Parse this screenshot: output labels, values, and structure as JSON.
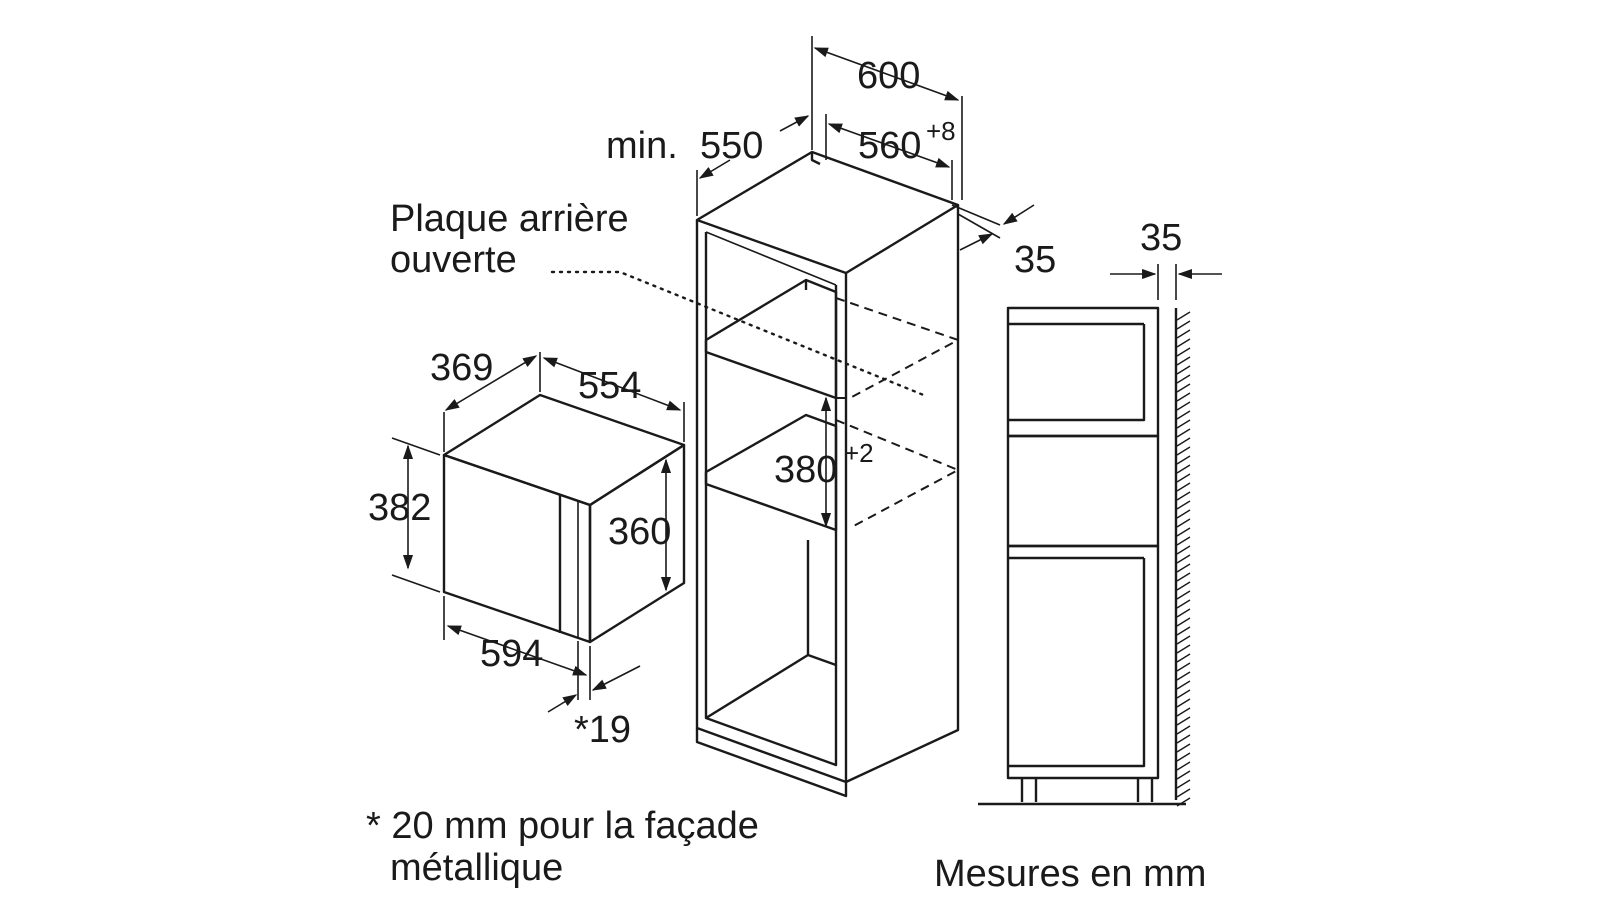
{
  "labels": {
    "w600": "600",
    "min": "min.",
    "d550": "550",
    "w560": "560",
    "w560_tol": "+8",
    "t35_top": "35",
    "t35_side": "35",
    "plaque_l1": "Plaque arrière",
    "plaque_l2": "ouverte",
    "d369": "369",
    "w554": "554",
    "h382": "382",
    "h360": "360",
    "w594": "594",
    "f19": "*19",
    "h380": "380",
    "h380_tol": "+2",
    "note_l1": "* 20 mm pour la façade",
    "note_l2": "métallique",
    "units": "Mesures en mm"
  }
}
